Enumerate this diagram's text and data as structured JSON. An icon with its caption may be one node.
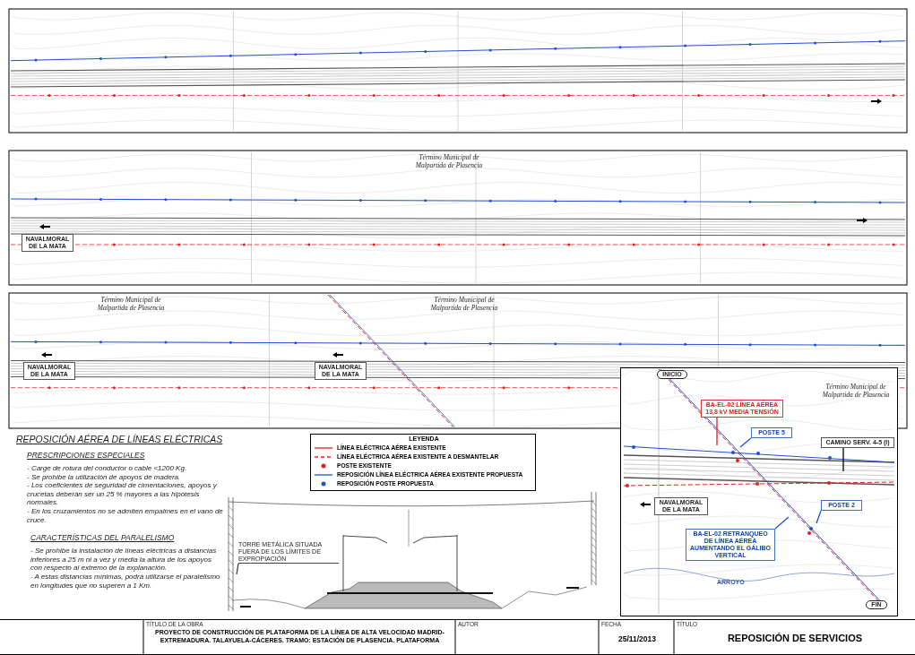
{
  "diagram": {
    "nodes": [
      {
        "text": [
          "BA-EL-02 LÍNEA AÉREA 13,8 kV MEDIA TENSIÓN"
        ]
      },
      {
        "text": [
          "POSTE 5"
        ]
      },
      {
        "text": [
          "CAMINO SERV. 4-5 (I)"
        ]
      },
      {
        "text": [
          "NAVALMORAL DE LA MATA"
        ]
      },
      {
        "text": [
          "POSTE 2"
        ]
      },
      {
        "text": [
          "BA-EL-02 RETRANQUEO DE LÍNEA AÉREA AUMENTANDO EL GÁLIBO VERTICAL"
        ]
      },
      {
        "text": [
          "TORRE METÁLICA SITUADA FUERA DE LOS LÍMITES DE EXPROPIACIÓN"
        ]
      },
      {
        "text": [
          "NAVALMORAL DE LA MATA"
        ]
      },
      {
        "text": [
          "NAVALMORAL DE LA MATA"
        ]
      },
      {
        "text": [
          "NAVALMORAL DE LA MATA"
        ]
      }
    ],
    "edges": [
      {
        "from": 0,
        "to": null,
        "arrow": "none",
        "color": "#e02020"
      },
      {
        "from": 1,
        "to": null,
        "arrow": "none"
      },
      {
        "from": 2,
        "to": null,
        "arrow": "none",
        "color": "#000000"
      },
      {
        "from": 4,
        "to": null,
        "arrow": "none"
      },
      {
        "from": 5,
        "to": null,
        "arrow": "none"
      },
      {
        "from": 6,
        "to": null,
        "arrow": "none",
        "color": "#444444"
      }
    ],
    "labels": [
      "INICIO",
      "Término Municipal de Malpartida de Plasencia",
      "ARROYO",
      "FIN",
      "Término Municipal de Malpartida de Plasencia",
      "Término Municipal de Malpartida de Plasencia",
      "Término Municipal de Malpartida de Plasencia",
      "REPOSICIÓN AÉREA DE LÍNEAS ELÉCTRICAS",
      "PRESCRIPCIONES ESPECIALES",
      "- Carge de rotura del conductor o cable <1200 Kg.",
      "- Se prohibe la utilización de apoyos de madera.",
      "- Los coeficientes de seguridad de cimentaciones, apoyos y crucetas deberán ser un 25 % mayores a las hipótesis normales.",
      "- En los cruzamientos no se admiten empalmes en el vano de cruce.",
      "CARACTERÍSTICAS DEL PARALELISMO",
      "- Se prohibe la instalación de líneas eléctricas a distancias inferiores a 25 m ni a vez y media la altura de los apoyos con respecto al extremo de la explanación.",
      "- A estas distancias mínimas, podrá utilizarse el paralelismo en longitudes que no superen a 1 Km.",
      "LEYENDA",
      "TÍTULO DE LA OBRA",
      "PROYECTO DE CONSTRUCCIÓN DE PLATAFORMA DE LA LÍNEA DE ALTA VELOCIDAD MADRID-EXTREMADURA. TALAYUELA-CÁCERES. TRAMO: ESTACIÓN DE PLASENCIA. PLATAFORMA",
      "AUTOR",
      "FECHA",
      "25/11/2013",
      "TÍTULO",
      "REPOSICIÓN DE SERVICIOS"
    ],
    "legend": [
      {
        "text": "LÍNEA ELÉCTRICA AÉREA EXISTENTE"
      },
      {
        "text": "LÍNEA ELÉCTRICA AÉREA EXISTENTE A DESMANTELAR"
      },
      {
        "text": "POSTE EXISTENTE"
      },
      {
        "text": "REPOSICIÓN LÍNEA ELÉCTRICA AÉREA EXISTENTE PROPUESTA"
      },
      {
        "text": "REPOSICIÓN POSTE PROPUESTA"
      }
    ]
  }
}
